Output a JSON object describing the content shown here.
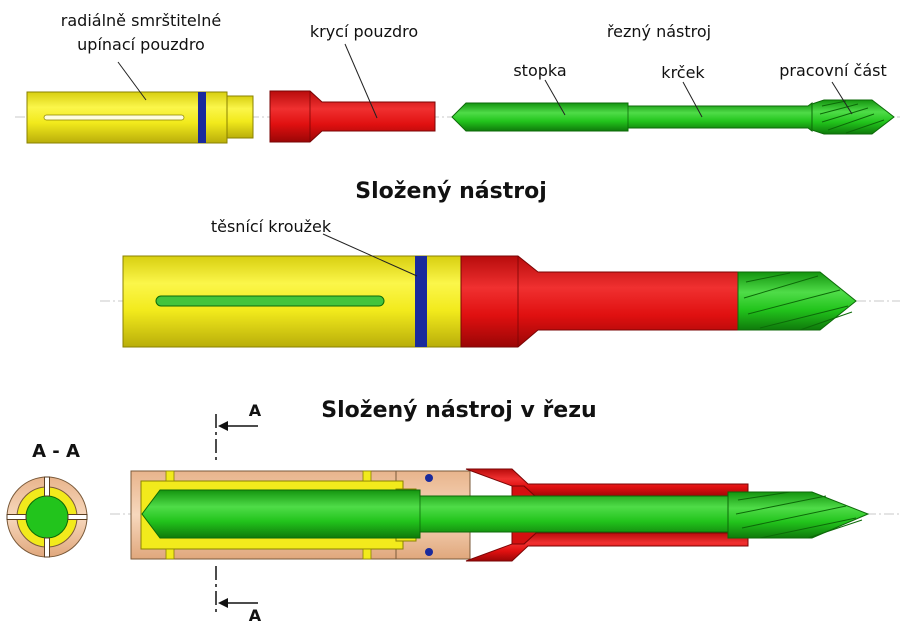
{
  "labels": {
    "radial_line1": "radiálně smrštitelné",
    "radial_line2": "upínací pouzdro",
    "cover": "krycí pouzdro",
    "cutting_tool": "řezný nástroj",
    "shank": "stopka",
    "neck": "krček",
    "working_part": "pracovní část",
    "seal_ring": "těsnící kroužek"
  },
  "titles": {
    "assembled": "Složený nástroj",
    "section": "Složený nástroj v řezu"
  },
  "section": {
    "view_label": "A - A",
    "marker_top": "A",
    "marker_bottom": "A"
  },
  "colors": {
    "yellow": "#f2ea1c",
    "red": "#e01010",
    "green": "#22c41c",
    "blue_ring": "#1a2a9c",
    "peach": "#f2c9a6"
  }
}
